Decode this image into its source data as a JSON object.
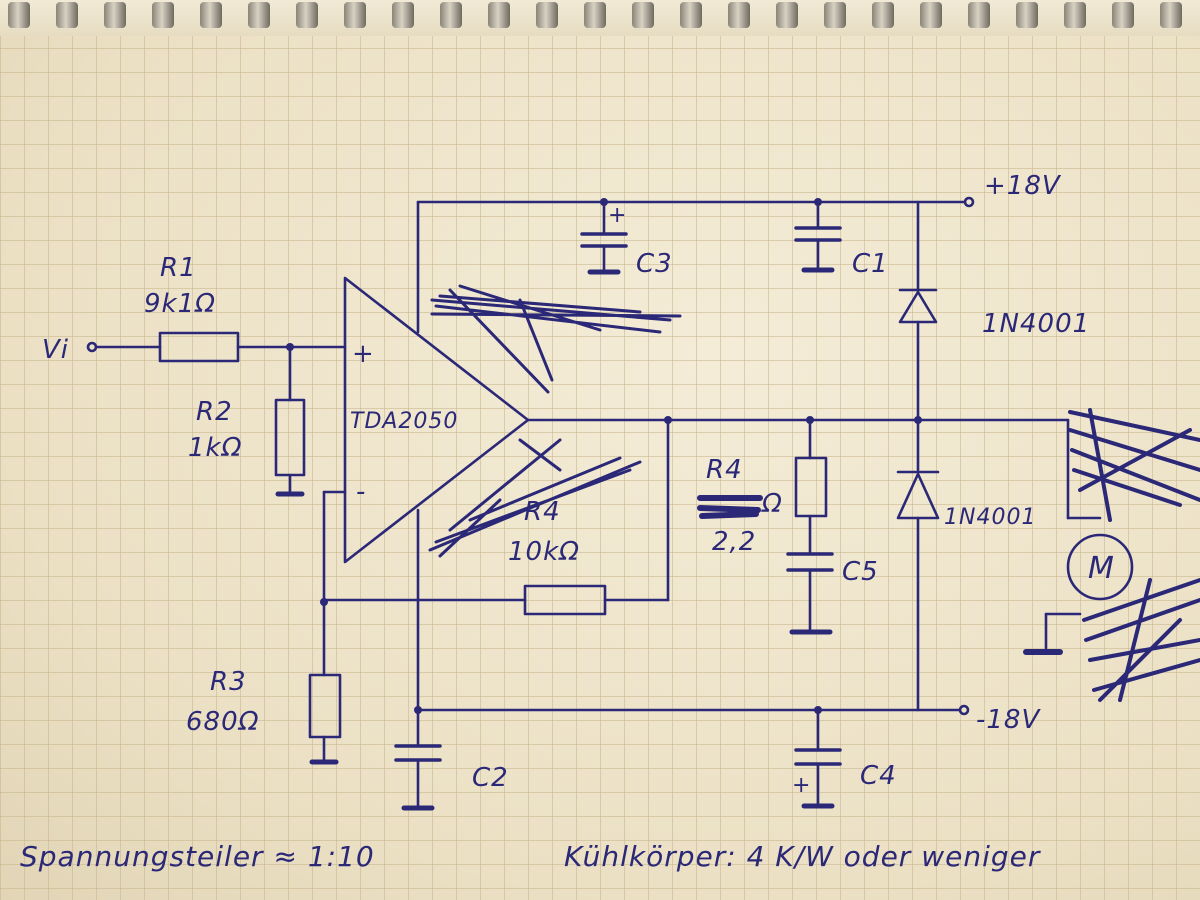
{
  "labels": {
    "r1_name": "R1",
    "r1_value": "9k1Ω",
    "r2_name": "R2",
    "r2_value": "1kΩ",
    "r3_name": "R3",
    "r3_value": "680Ω",
    "r4_name": "R4",
    "r4_value": "10kΩ",
    "r4b_name": "R4",
    "r4b_value": "2,2",
    "ohm": "Ω",
    "ic": "TDA2050",
    "c1": "C1",
    "c2": "C2",
    "c3": "C3",
    "c4": "C4",
    "c5": "C5",
    "d1": "1N4001",
    "d2": "1N4001",
    "vpos": "+18V",
    "vneg": "-18V",
    "vin": "Vi",
    "plus": "+",
    "minus": "-",
    "motor": "M",
    "note_left": "Spannungsteiler ≈ 1:10",
    "note_right": "Kühlkörper: 4 K/W oder weniger"
  }
}
